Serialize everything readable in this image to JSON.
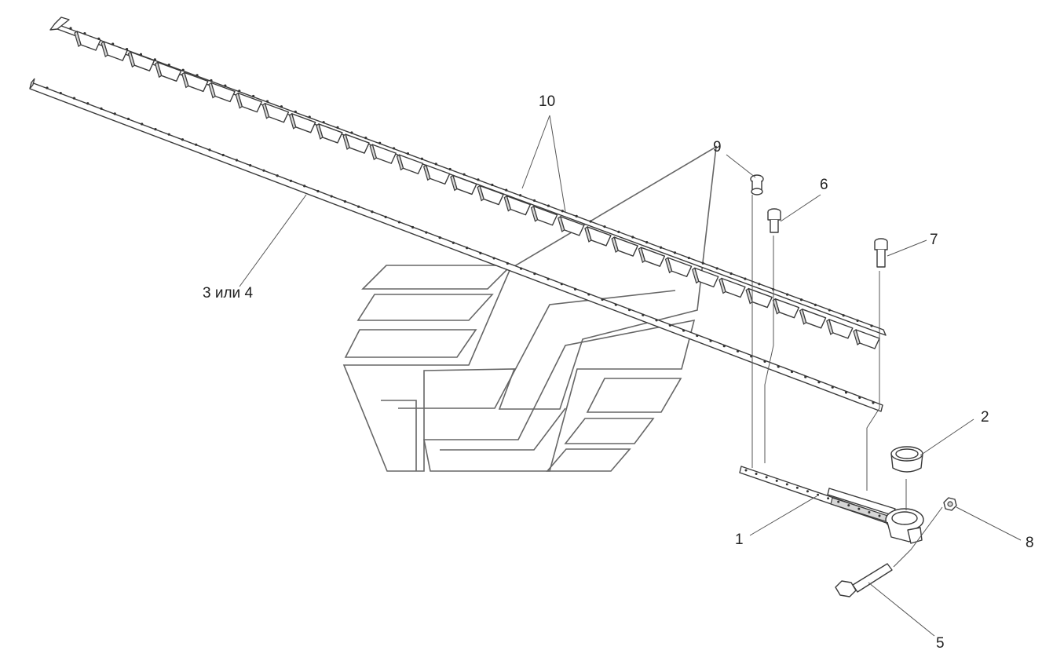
{
  "callouts": {
    "c1": "1",
    "c2": "2",
    "c3": "3 или 4",
    "c5": "5",
    "c6": "6",
    "c7": "7",
    "c8": "8",
    "c9": "9",
    "c10": "10"
  }
}
